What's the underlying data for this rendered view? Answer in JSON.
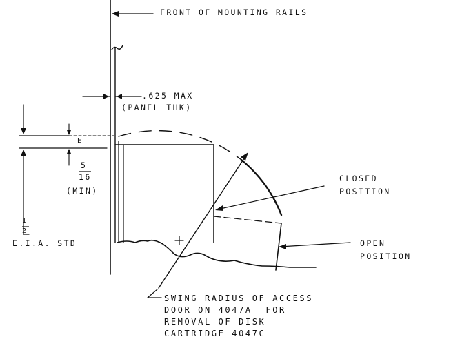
{
  "labels": {
    "front_rails": "FRONT OF MOUNTING RAILS",
    "panel_thk_1": ".625 MAX",
    "panel_thk_2": "(PANEL THK)",
    "small_e": "E",
    "frac_5_16_num": "5",
    "frac_5_16_den": "16",
    "min": "(MIN)",
    "frac_half_num": "1",
    "frac_half_den": "2",
    "eia": "E.I.A. STD",
    "closed_1": "CLOSED",
    "closed_2": "POSITION",
    "open_1": "OPEN",
    "open_2": "POSITION",
    "swing_1": "SWING RADIUS OF ACCESS",
    "swing_2": "DOOR ON 4047A  FOR",
    "swing_3": "REMOVAL OF DISK",
    "swing_4": "CARTRIDGE 4047C"
  }
}
